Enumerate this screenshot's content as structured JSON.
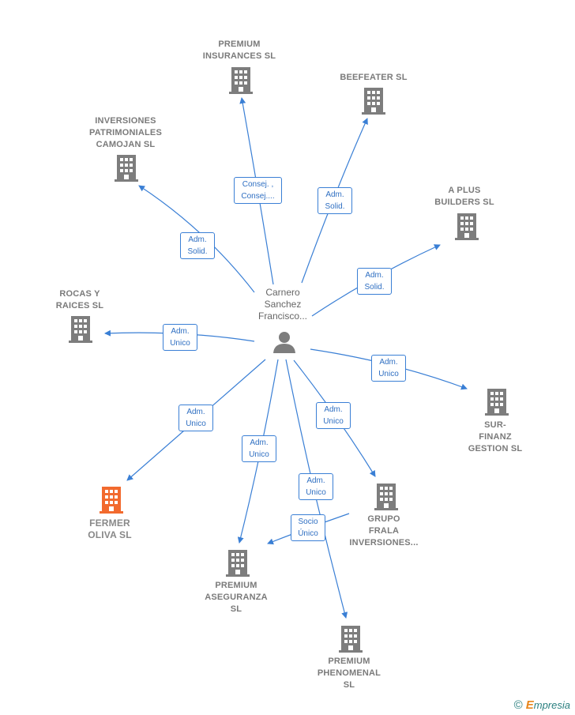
{
  "person": {
    "name": "Carnero\nSanchez\nFrancisco..."
  },
  "colors": {
    "edge": "#3a7fd5",
    "building": "#7d7d7d",
    "building_highlight": "#f26a2e",
    "label": "#7a7a7a"
  },
  "companies": [
    {
      "id": "premium-insurances",
      "label": "PREMIUM\nINSURANCES SL"
    },
    {
      "id": "beefeater",
      "label": "BEEFEATER SL"
    },
    {
      "id": "inversiones-patrimoniales",
      "label": "INVERSIONES\nPATRIMONIALES\nCAMOJAN SL"
    },
    {
      "id": "a-plus-builders",
      "label": "A PLUS\nBUILDERS SL"
    },
    {
      "id": "rocas-y-raices",
      "label": "ROCAS Y\nRAICES SL"
    },
    {
      "id": "sur-finanz",
      "label": "SUR-\nFINANZ\nGESTION SL"
    },
    {
      "id": "fermer-oliva",
      "label": "FERMER\nOLIVA SL",
      "highlight": true
    },
    {
      "id": "grupo-frala",
      "label": "GRUPO\nFRALA\nINVERSIONES..."
    },
    {
      "id": "premium-aseguranza",
      "label": "PREMIUM\nASEGURANZA\nSL"
    },
    {
      "id": "premium-phenomenal",
      "label": "PREMIUM\nPHENOMENAL\nSL"
    }
  ],
  "edge_labels": {
    "premium_insurances": "Consej. ,\nConsej....",
    "beefeater": "Adm.\nSolid.",
    "inversiones": "Adm.\nSolid.",
    "a_plus": "Adm.\nSolid.",
    "rocas": "Adm.\nUnico",
    "sur_finanz": "Adm.\nUnico",
    "fermer": "Adm.\nUnico",
    "grupo_frala": "Adm.\nUnico",
    "aseguranza": "Adm.\nUnico",
    "phenomenal": "Adm.\nUnico",
    "socio": "Socio\nÚnico"
  },
  "footer": {
    "copyright": "©",
    "brand_first": "E",
    "brand_rest": "mpresia"
  }
}
